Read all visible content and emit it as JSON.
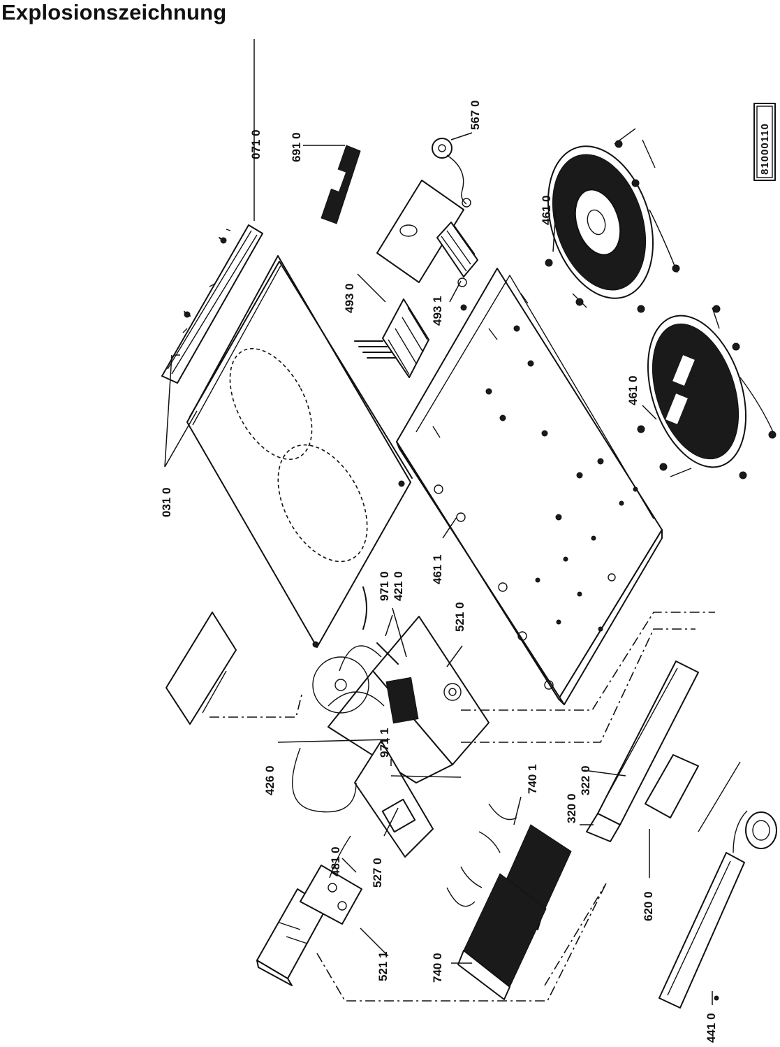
{
  "title": "Explosionszeichnung",
  "drawing_code": "81000110",
  "parts": {
    "p0310": "031 0",
    "p0710": "071 0",
    "p6910": "691 0",
    "p5670": "567 0",
    "p4930": "493 0",
    "p4931": "493 1",
    "p4610a": "461 0",
    "p4610b": "461 0",
    "p4611": "461 1",
    "p9710": "971 0",
    "p4210": "421 0",
    "p5210": "521 0",
    "p9711": "971 1",
    "p4260": "426 0",
    "p7401": "740 1",
    "p3220": "322 0",
    "p3200": "320 0",
    "p4810": "481 0",
    "p5270": "527 0",
    "p5211": "521 1",
    "p7400": "740 0",
    "p6200": "620 0",
    "p4410": "441 0"
  }
}
